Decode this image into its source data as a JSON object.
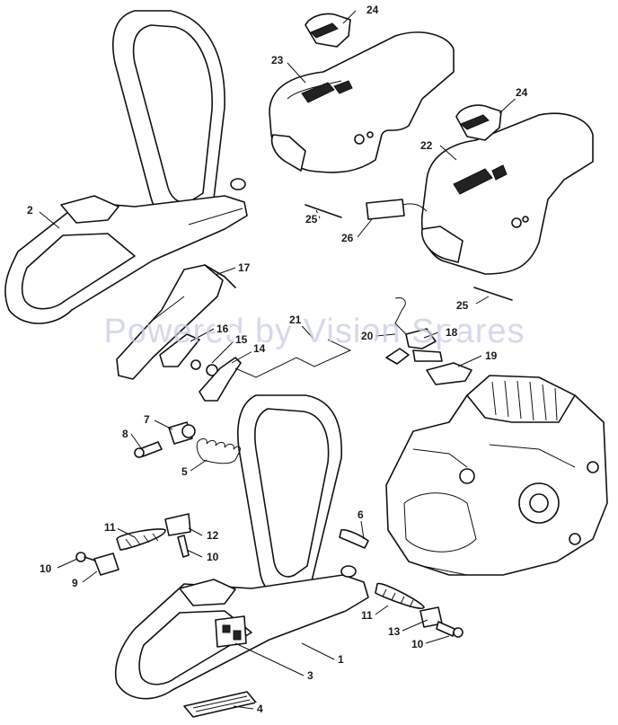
{
  "watermark": "Powered by Vision Spares",
  "labels": [
    {
      "id": "24a",
      "text": "24"
    },
    {
      "id": "23",
      "text": "23"
    },
    {
      "id": "24b",
      "text": "24"
    },
    {
      "id": "22",
      "text": "22"
    },
    {
      "id": "2",
      "text": "2"
    },
    {
      "id": "25a",
      "text": "25"
    },
    {
      "id": "26",
      "text": "26"
    },
    {
      "id": "25b",
      "text": "25"
    },
    {
      "id": "17",
      "text": "17"
    },
    {
      "id": "21",
      "text": "21"
    },
    {
      "id": "16",
      "text": "16"
    },
    {
      "id": "15",
      "text": "15"
    },
    {
      "id": "14",
      "text": "14"
    },
    {
      "id": "20",
      "text": "20"
    },
    {
      "id": "18",
      "text": "18"
    },
    {
      "id": "19",
      "text": "19"
    },
    {
      "id": "7",
      "text": "7"
    },
    {
      "id": "8",
      "text": "8"
    },
    {
      "id": "5",
      "text": "5"
    },
    {
      "id": "6",
      "text": "6"
    },
    {
      "id": "11a",
      "text": "11"
    },
    {
      "id": "12",
      "text": "12"
    },
    {
      "id": "10a",
      "text": "10"
    },
    {
      "id": "10b",
      "text": "10"
    },
    {
      "id": "9",
      "text": "9"
    },
    {
      "id": "11b",
      "text": "11"
    },
    {
      "id": "13",
      "text": "13"
    },
    {
      "id": "10c",
      "text": "10"
    },
    {
      "id": "1",
      "text": "1"
    },
    {
      "id": "3",
      "text": "3"
    },
    {
      "id": "4",
      "text": "4"
    }
  ]
}
